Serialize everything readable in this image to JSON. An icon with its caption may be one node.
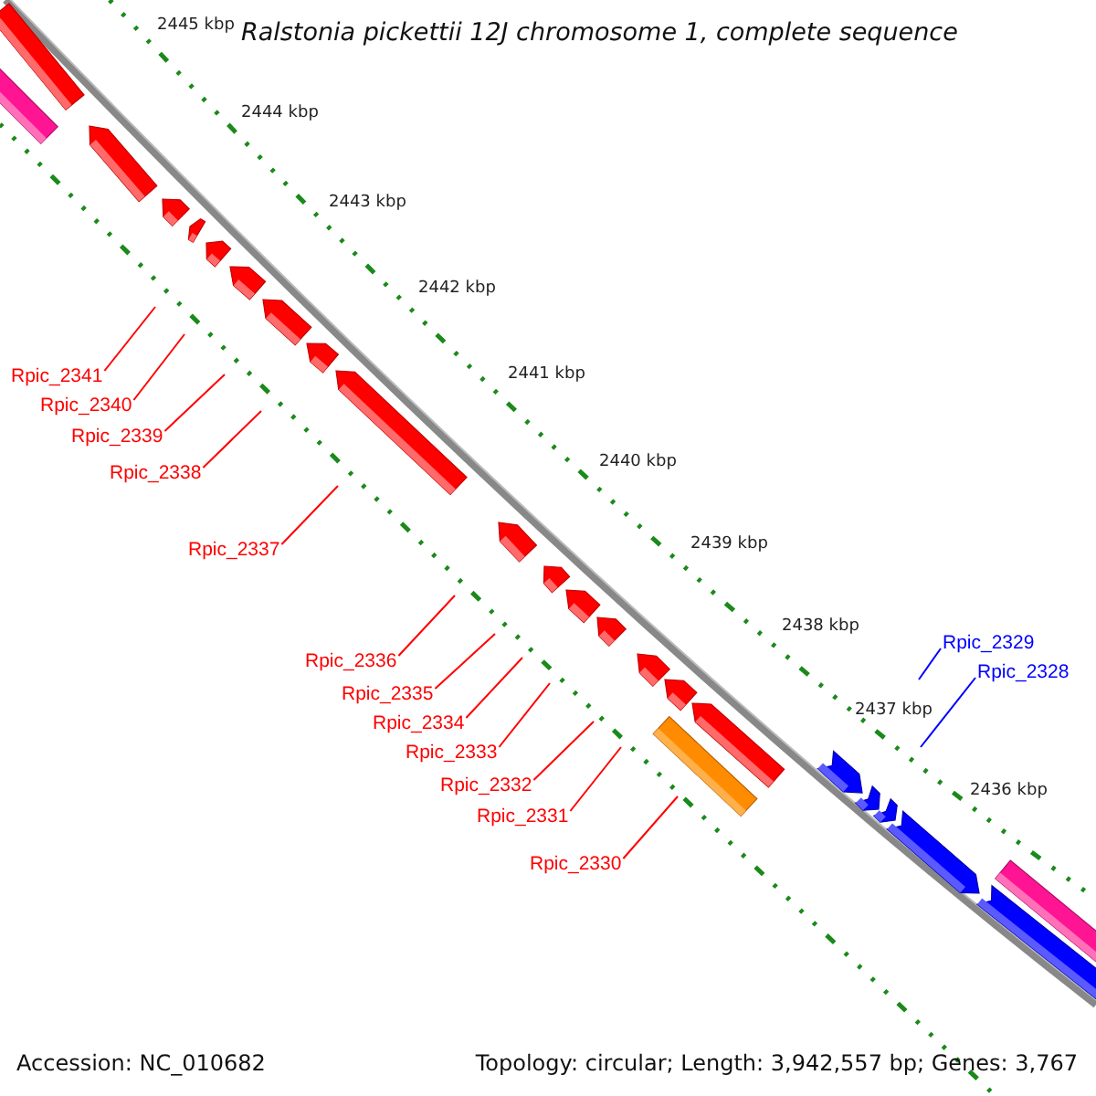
{
  "diagram": {
    "title": "Ralstonia pickettii 12J chromosome 1, complete sequence",
    "nodes": [
      {
        "text": [
          "Rpic_2341"
        ]
      },
      {
        "text": [
          "Rpic_2340"
        ]
      },
      {
        "text": [
          "Rpic_2339"
        ]
      },
      {
        "text": [
          "Rpic_2338"
        ]
      },
      {
        "text": [
          "Rpic_2337"
        ]
      },
      {
        "text": [
          "Rpic_2336"
        ]
      },
      {
        "text": [
          "Rpic_2335"
        ]
      },
      {
        "text": [
          "Rpic_2334"
        ]
      },
      {
        "text": [
          "Rpic_2333"
        ]
      },
      {
        "text": [
          "Rpic_2332"
        ]
      },
      {
        "text": [
          "Rpic_2331"
        ]
      },
      {
        "text": [
          "Rpic_2330"
        ]
      },
      {
        "text": [
          "Rpic_2329"
        ]
      },
      {
        "text": [
          "Rpic_2328"
        ]
      }
    ],
    "edges": [
      {
        "from": 0,
        "to": null,
        "arrow": "none"
      },
      {
        "from": 1,
        "to": null,
        "arrow": "none"
      },
      {
        "from": 2,
        "to": null,
        "arrow": "none"
      },
      {
        "from": 3,
        "to": null,
        "arrow": "none"
      },
      {
        "from": 4,
        "to": null,
        "arrow": "none"
      },
      {
        "from": 5,
        "to": null,
        "arrow": "none"
      },
      {
        "from": 6,
        "to": null,
        "arrow": "none"
      },
      {
        "from": 7,
        "to": null,
        "arrow": "none"
      },
      {
        "from": 8,
        "to": null,
        "arrow": "none"
      },
      {
        "from": 9,
        "to": null,
        "arrow": "none"
      },
      {
        "from": 10,
        "to": null,
        "arrow": "none"
      },
      {
        "from": 11,
        "to": null,
        "arrow": "none"
      },
      {
        "from": 12,
        "to": null,
        "arrow": "none",
        "color": "#0000ff"
      },
      {
        "from": 13,
        "to": null,
        "arrow": "none",
        "color": "#0000ff"
      }
    ],
    "labels": [
      "2445 kbp",
      "2444 kbp",
      "2443 kbp",
      "2442 kbp",
      "2441 kbp",
      "2440 kbp",
      "2439 kbp",
      "2438 kbp",
      "2437 kbp",
      "2436 kbp",
      "Accession: NC_010682",
      "Topology: circular; Length: 3,942,557 bp; Genes: 3,767"
    ]
  }
}
